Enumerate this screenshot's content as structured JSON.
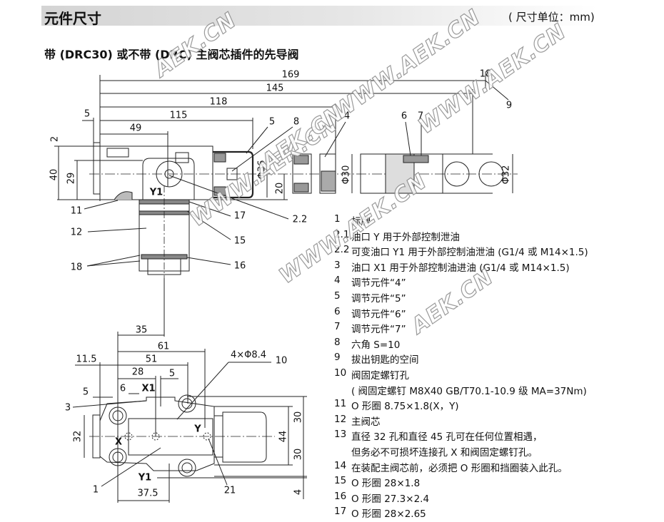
{
  "header": {
    "title": "元件尺寸",
    "unit_note": "( 尺寸单位：mm)"
  },
  "subtitle": "带 (DRC30) 或不带 (DRC) 主阀芯插件的先导阀",
  "watermarks": [
    "AEK.CN",
    "WWW.AEK.CN",
    "WWW.AEK.CN",
    "WWW.AEK.CN",
    "WWW.AEK.CN",
    "AEK.CN",
    "AEK.CN"
  ],
  "top_view": {
    "dims": {
      "d169": "169",
      "d145": "145",
      "d118": "118",
      "d115": "115",
      "d49": "49",
      "d5": "5",
      "d2": "2",
      "d40": "40",
      "d29": "29",
      "dphi36": "Φ36",
      "d20": "20",
      "dphi30": "Φ30",
      "d18": "18",
      "dphi32": "Φ32"
    },
    "callouts": {
      "c5": "5",
      "c8": "8",
      "c4": "4",
      "c6": "6",
      "c7": "7",
      "c9": "9",
      "c11": "11",
      "c12": "12",
      "c17": "17",
      "c15": "15",
      "c22": "2.2",
      "c18": "18",
      "c16": "16"
    },
    "port_y1": "Y1"
  },
  "bottom_view": {
    "dims": {
      "d35": "35",
      "d61": "61",
      "d115": "11.5",
      "d51": "51",
      "d28": "28",
      "d5a": "5",
      "d5b": "5",
      "d6": "6",
      "d32": "32",
      "d30a": "30",
      "d44": "44",
      "d30b": "30",
      "d375": "37.5",
      "d4": "4",
      "holes": "4×Φ8.4"
    },
    "callouts": {
      "c10": "10",
      "c3": "3",
      "c1": "1",
      "c21": "21"
    },
    "ports": {
      "x1": "X1",
      "x": "X",
      "y": "Y",
      "y1": "Y1"
    }
  },
  "legend": [
    {
      "n": "1",
      "t": "标牌"
    },
    {
      "n": "2.1",
      "t": "油口 Y 用于外部控制泄油"
    },
    {
      "n": "2.2",
      "t": "可变油口 Y1 用于外部控制油泄油 (G1/4 或 M14×1.5)"
    },
    {
      "n": "3",
      "t": "油口 X1 用于外部控制油进油 (G1/4 或 M14×1.5)"
    },
    {
      "n": "4",
      "t": "调节元件“4”"
    },
    {
      "n": "5",
      "t": "调节元件“5”"
    },
    {
      "n": "6",
      "t": "调节元件“6”"
    },
    {
      "n": "7",
      "t": "调节元件“7”"
    },
    {
      "n": "8",
      "t": "六角 S=10"
    },
    {
      "n": "9",
      "t": "拔出钥匙的空间"
    },
    {
      "n": "10",
      "t": "阀固定螺钉孔"
    },
    {
      "n": "",
      "t": "( 阀固定螺钉 M8X40  GB/T70.1-10.9 级 MA=37Nm)"
    },
    {
      "n": "11",
      "t": "O 形圈 8.75×1.8(X，Y)"
    },
    {
      "n": "12",
      "t": "主阀芯"
    },
    {
      "n": "13",
      "t": "直径 32 孔和直径 45 孔可在任何位置相遇，"
    },
    {
      "n": "",
      "t": "但务必不可损坏连接孔 X 和阀固定螺钉孔。"
    },
    {
      "n": "14",
      "t": "在装配主阀芯前，必须把 O 形圈和挡圈装入此孔。"
    },
    {
      "n": "15",
      "t": "O 形圈 28×1.8"
    },
    {
      "n": "16",
      "t": "O 形圈 27.3×2.4"
    },
    {
      "n": "17",
      "t": "O 形圈 28×2.65"
    }
  ]
}
